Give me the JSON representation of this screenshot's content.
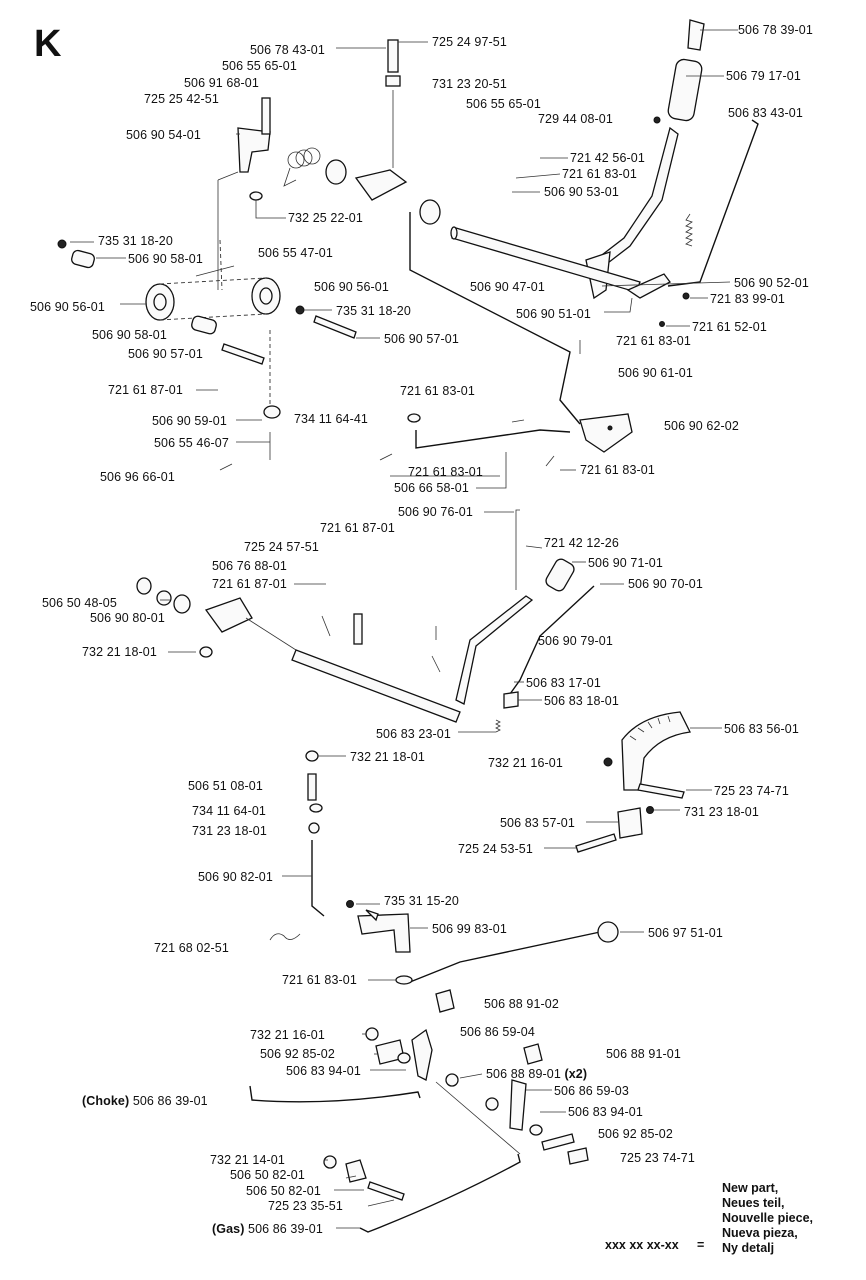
{
  "section_letter": "K",
  "labels": [
    {
      "key": "l001",
      "text": "506 78 39-01"
    },
    {
      "key": "l002",
      "text": "725 24 97-51"
    },
    {
      "key": "l003",
      "text": "506 78 43-01"
    },
    {
      "key": "l004",
      "text": "506 55 65-01"
    },
    {
      "key": "l005",
      "text": "506 91 68-01"
    },
    {
      "key": "l006",
      "text": "725 25 42-51"
    },
    {
      "key": "l007",
      "text": "731 23 20-51"
    },
    {
      "key": "l008",
      "text": "506 79 17-01"
    },
    {
      "key": "l009",
      "text": "506 55 65-01"
    },
    {
      "key": "l010",
      "text": "729 44 08-01"
    },
    {
      "key": "l011",
      "text": "506 83 43-01"
    },
    {
      "key": "l012",
      "text": "506 90 54-01"
    },
    {
      "key": "l013",
      "text": "721 42 56-01"
    },
    {
      "key": "l014",
      "text": "721 61 83-01"
    },
    {
      "key": "l015",
      "text": "506 90 53-01"
    },
    {
      "key": "l016",
      "text": "732 25 22-01"
    },
    {
      "key": "l017",
      "text": "735 31 18-20"
    },
    {
      "key": "l018",
      "text": "506 90 58-01"
    },
    {
      "key": "l019",
      "text": "506 55 47-01"
    },
    {
      "key": "l020",
      "text": "506 90 56-01"
    },
    {
      "key": "l021",
      "text": "506 90 56-01"
    },
    {
      "key": "l022",
      "text": "735 31 18-20"
    },
    {
      "key": "l023",
      "text": "506 90 47-01"
    },
    {
      "key": "l024",
      "text": "506 90 52-01"
    },
    {
      "key": "l025",
      "text": "721 83 99-01"
    },
    {
      "key": "l026",
      "text": "506 90 51-01"
    },
    {
      "key": "l027",
      "text": "721 61 52-01"
    },
    {
      "key": "l028",
      "text": "506 90 58-01"
    },
    {
      "key": "l029",
      "text": "506 90 57-01"
    },
    {
      "key": "l030",
      "text": "506 90 57-01"
    },
    {
      "key": "l031",
      "text": "721 61 83-01"
    },
    {
      "key": "l032",
      "text": "506 90 61-01"
    },
    {
      "key": "l033",
      "text": "721 61 87-01"
    },
    {
      "key": "l034",
      "text": "721 61 83-01"
    },
    {
      "key": "l035",
      "text": "506 90 59-01"
    },
    {
      "key": "l036",
      "text": "734 11 64-41"
    },
    {
      "key": "l037",
      "text": "506 90 62-02"
    },
    {
      "key": "l038",
      "text": "506 55 46-07"
    },
    {
      "key": "l039",
      "text": "721 61 83-01"
    },
    {
      "key": "l040",
      "text": "721 61 83-01"
    },
    {
      "key": "l041",
      "text": "506 96 66-01"
    },
    {
      "key": "l042",
      "text": "506 66 58-01"
    },
    {
      "key": "l043",
      "text": "506 90 76-01"
    },
    {
      "key": "l044",
      "text": "721 61 87-01"
    },
    {
      "key": "l045",
      "text": "725 24 57-51"
    },
    {
      "key": "l046",
      "text": "721 42 12-26"
    },
    {
      "key": "l047",
      "text": "506 76 88-01"
    },
    {
      "key": "l048",
      "text": "506 90 71-01"
    },
    {
      "key": "l049",
      "text": "721 61 87-01"
    },
    {
      "key": "l050",
      "text": "506 90 70-01"
    },
    {
      "key": "l051",
      "text": "506 50 48-05"
    },
    {
      "key": "l052",
      "text": "506 90 80-01"
    },
    {
      "key": "l053",
      "text": "506 90 79-01"
    },
    {
      "key": "l054",
      "text": "732 21 18-01"
    },
    {
      "key": "l055",
      "text": "506 83 17-01"
    },
    {
      "key": "l056",
      "text": "506 83 18-01"
    },
    {
      "key": "l057",
      "text": "506 83 23-01"
    },
    {
      "key": "l058",
      "text": "506 83 56-01"
    },
    {
      "key": "l059",
      "text": "732 21 18-01"
    },
    {
      "key": "l060",
      "text": "732 21 16-01"
    },
    {
      "key": "l061",
      "text": "506 51 08-01"
    },
    {
      "key": "l062",
      "text": "725 23 74-71"
    },
    {
      "key": "l063",
      "text": "734 11 64-01"
    },
    {
      "key": "l064",
      "text": "731 23 18-01"
    },
    {
      "key": "l065",
      "text": "506 83 57-01"
    },
    {
      "key": "l066",
      "text": "731 23 18-01"
    },
    {
      "key": "l067",
      "text": "725 24 53-51"
    },
    {
      "key": "l068",
      "text": "506 90 82-01"
    },
    {
      "key": "l069",
      "text": "735 31 15-20"
    },
    {
      "key": "l070",
      "text": "506 99 83-01"
    },
    {
      "key": "l071",
      "text": "506 97 51-01"
    },
    {
      "key": "l072",
      "text": "721 68 02-51"
    },
    {
      "key": "l073",
      "text": "721 61 83-01"
    },
    {
      "key": "l074",
      "text": "506 88 91-02"
    },
    {
      "key": "l075",
      "text": "732 21 16-01"
    },
    {
      "key": "l076",
      "text": "506 86 59-04"
    },
    {
      "key": "l077",
      "text": "506 92 85-02"
    },
    {
      "key": "l078",
      "text": "506 88 91-01"
    },
    {
      "key": "l079",
      "text": "506 83 94-01"
    },
    {
      "key": "l080",
      "text": "506 88 89-01"
    },
    {
      "key": "l081",
      "text": "506 86 59-03"
    },
    {
      "key": "l082",
      "text": "506 86 39-01"
    },
    {
      "key": "l083",
      "text": "506 83 94-01"
    },
    {
      "key": "l084",
      "text": "506 92 85-02"
    },
    {
      "key": "l085",
      "text": "732 21 14-01"
    },
    {
      "key": "l086",
      "text": "725 23 74-71"
    },
    {
      "key": "l087",
      "text": "506 50 82-01"
    },
    {
      "key": "l088",
      "text": "506 50 82-01"
    },
    {
      "key": "l089",
      "text": "725 23 35-51"
    },
    {
      "key": "l090",
      "text": "506 86 39-01"
    }
  ],
  "qualifiers": {
    "choke": "(Choke)",
    "gas": "(Gas)",
    "x2": "(x2)"
  },
  "legend": {
    "lines": [
      "New part,",
      "Neues teil,",
      "Nouvelle piece,",
      "Nueva pieza,",
      "Ny detalj"
    ],
    "code": "xxx xx xx-xx",
    "equals": "="
  }
}
